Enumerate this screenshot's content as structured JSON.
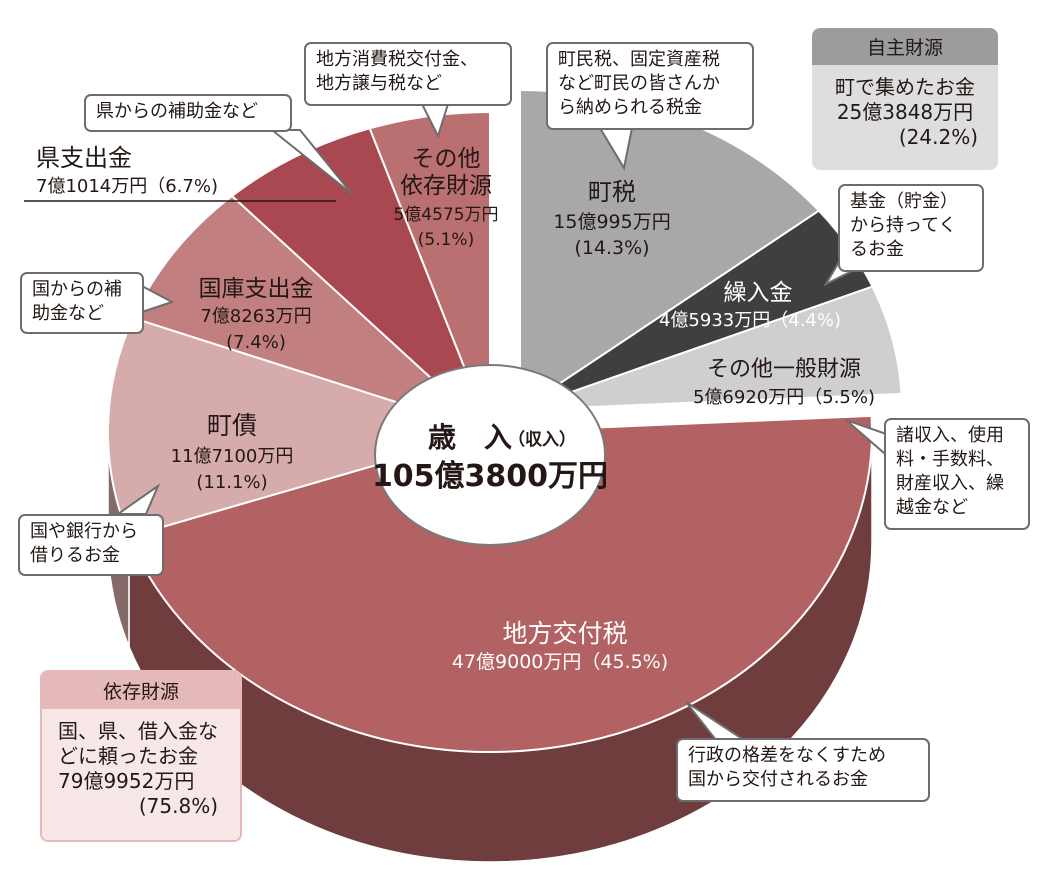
{
  "chart_data": {
    "type": "pie",
    "center_label": {
      "title": "歳　入",
      "title_sub": "（収入）",
      "total": "105億3800万円"
    },
    "slices": [
      {
        "name": "町税",
        "amount": "15億995万円",
        "percent": 14.3,
        "percent_label": "(14.3%)",
        "color": "#a8a8a8",
        "group": "自主財源"
      },
      {
        "name": "繰入金",
        "amount": "4億5933万円",
        "percent": 4.4,
        "percent_label": "(4.4%)",
        "color": "#3f3f3f",
        "group": "自主財源"
      },
      {
        "name": "その他一般財源",
        "amount": "5億6920万円",
        "percent": 5.5,
        "percent_label": "(5.5%)",
        "color": "#cfcfcf",
        "group": "自主財源"
      },
      {
        "name": "地方交付税",
        "amount": "47億9000万円",
        "percent": 45.5,
        "percent_label": "(45.5%)",
        "color": "#b36263",
        "group": "依存財源"
      },
      {
        "name": "町債",
        "amount": "11億7100万円",
        "percent": 11.1,
        "percent_label": "(11.1%)",
        "color": "#d6abab",
        "group": "依存財源"
      },
      {
        "name": "国庫支出金",
        "amount": "7億8263万円",
        "percent": 7.4,
        "percent_label": "(7.4%)",
        "color": "#c27f80",
        "group": "依存財源"
      },
      {
        "name": "県支出金",
        "amount": "7億1014万円",
        "percent": 6.7,
        "percent_label": "(6.7%)",
        "color": "#a94850",
        "group": "依存財源"
      },
      {
        "name": "その他依存財源",
        "amount": "5億4575万円",
        "percent": 5.1,
        "percent_label": "(5.1%)",
        "color": "#ba6f70",
        "group": "依存財源"
      }
    ]
  },
  "labels": {
    "chozei": {
      "name": "町税",
      "amount": "15億995万円",
      "pct": "(14.3%)"
    },
    "kuriire": {
      "name": "繰入金",
      "amount_pct": "4億5933万円（4.4%)"
    },
    "sonota_ippan": {
      "name": "その他一般財源",
      "amount_pct": "5億6920万円（5.5%)"
    },
    "kofuzei": {
      "name": "地方交付税",
      "amount_pct": "47億9000万円（45.5%)"
    },
    "chosai": {
      "name": "町債",
      "amount": "11億7100万円",
      "pct": "(11.1%)"
    },
    "kokko": {
      "name": "国庫支出金",
      "amount": "7億8263万円",
      "pct": "(7.4%)"
    },
    "ken": {
      "name": "県支出金",
      "amount_pct": "7億1014万円（6.7%)"
    },
    "sonota_izon": {
      "line1": "その他",
      "line2": "依存財源",
      "amount": "5億4575万円",
      "pct": "(5.1%)"
    }
  },
  "callouts": {
    "chozei": [
      "町民税、固定資産税",
      "など町民の皆さんか",
      "ら納められる税金"
    ],
    "kikin": [
      "基金（貯金）",
      "から持ってく",
      "るお金"
    ],
    "shoshunyu": [
      "諸収入、使用",
      "料・手数料、",
      "財産収入、繰",
      "越金など"
    ],
    "kofuzei": [
      "行政の格差をなくすため",
      "国から交付されるお金"
    ],
    "kuniginko": [
      "国や銀行から",
      "借りるお金"
    ],
    "kuni_hojo": [
      "国からの補",
      "助金など"
    ],
    "ken_hojo": [
      "県からの補助金など"
    ],
    "chiho_shohi": [
      "地方消費税交付金、",
      "地方譲与税など"
    ]
  },
  "groups": {
    "jishu": {
      "title": "自主財源",
      "lines": [
        "町で集めたお金",
        "25億3848万円",
        "(24.2%)"
      ],
      "head_color": "#9c9c9c",
      "body_color": "#dedede"
    },
    "izon": {
      "title": "依存財源",
      "lines": [
        "国、県、借入金な",
        "どに頼ったお金",
        "79億9952万円",
        "(75.8%)"
      ],
      "head_color": "#e5b9b9",
      "body_color": "#f7e7e7"
    }
  }
}
